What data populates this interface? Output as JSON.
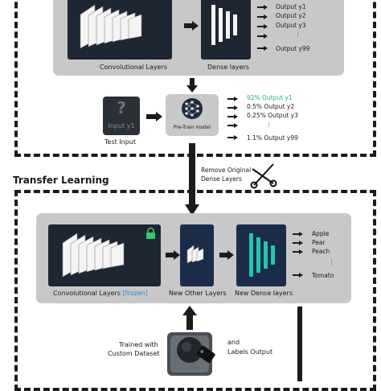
{
  "top": {
    "conv_label": "Convolutional Layers",
    "dense_label": "Dense layers",
    "outputs": [
      "Output y1",
      "Output y2",
      "Output y3",
      "⋮",
      "Output y99"
    ]
  },
  "pretrain": {
    "test_input_box": "Input y1",
    "test_input_question": "?",
    "test_input_label": "Test Input",
    "model_label": "Pre-Train model",
    "outputs": [
      "92% Output y1",
      "0.5% Output y2",
      "0.25% Output y3",
      "⋮",
      "1.1% Output y99"
    ]
  },
  "transfer": {
    "title": "Transfer Learning",
    "remove_line1": "Remove Original",
    "remove_line2": "Dense Layers"
  },
  "bottom": {
    "conv_label": "Convolutional Layers",
    "frozen_tag": "[frozen]",
    "other_label": "New Other Layers",
    "dense_label": "New Dense layers",
    "outputs": [
      "Apple",
      "Pear",
      "Peach",
      "⋮",
      "Tomato"
    ]
  },
  "dataset": {
    "trained_line1": "Trained with",
    "trained_line2": "Custom Dataset",
    "labels_line1": "and",
    "labels_line2": "Labels Output"
  },
  "colors": {
    "accent_green": "#1fae94",
    "frozen_blue": "#2c82d9",
    "lock_green": "#3ec46d"
  }
}
